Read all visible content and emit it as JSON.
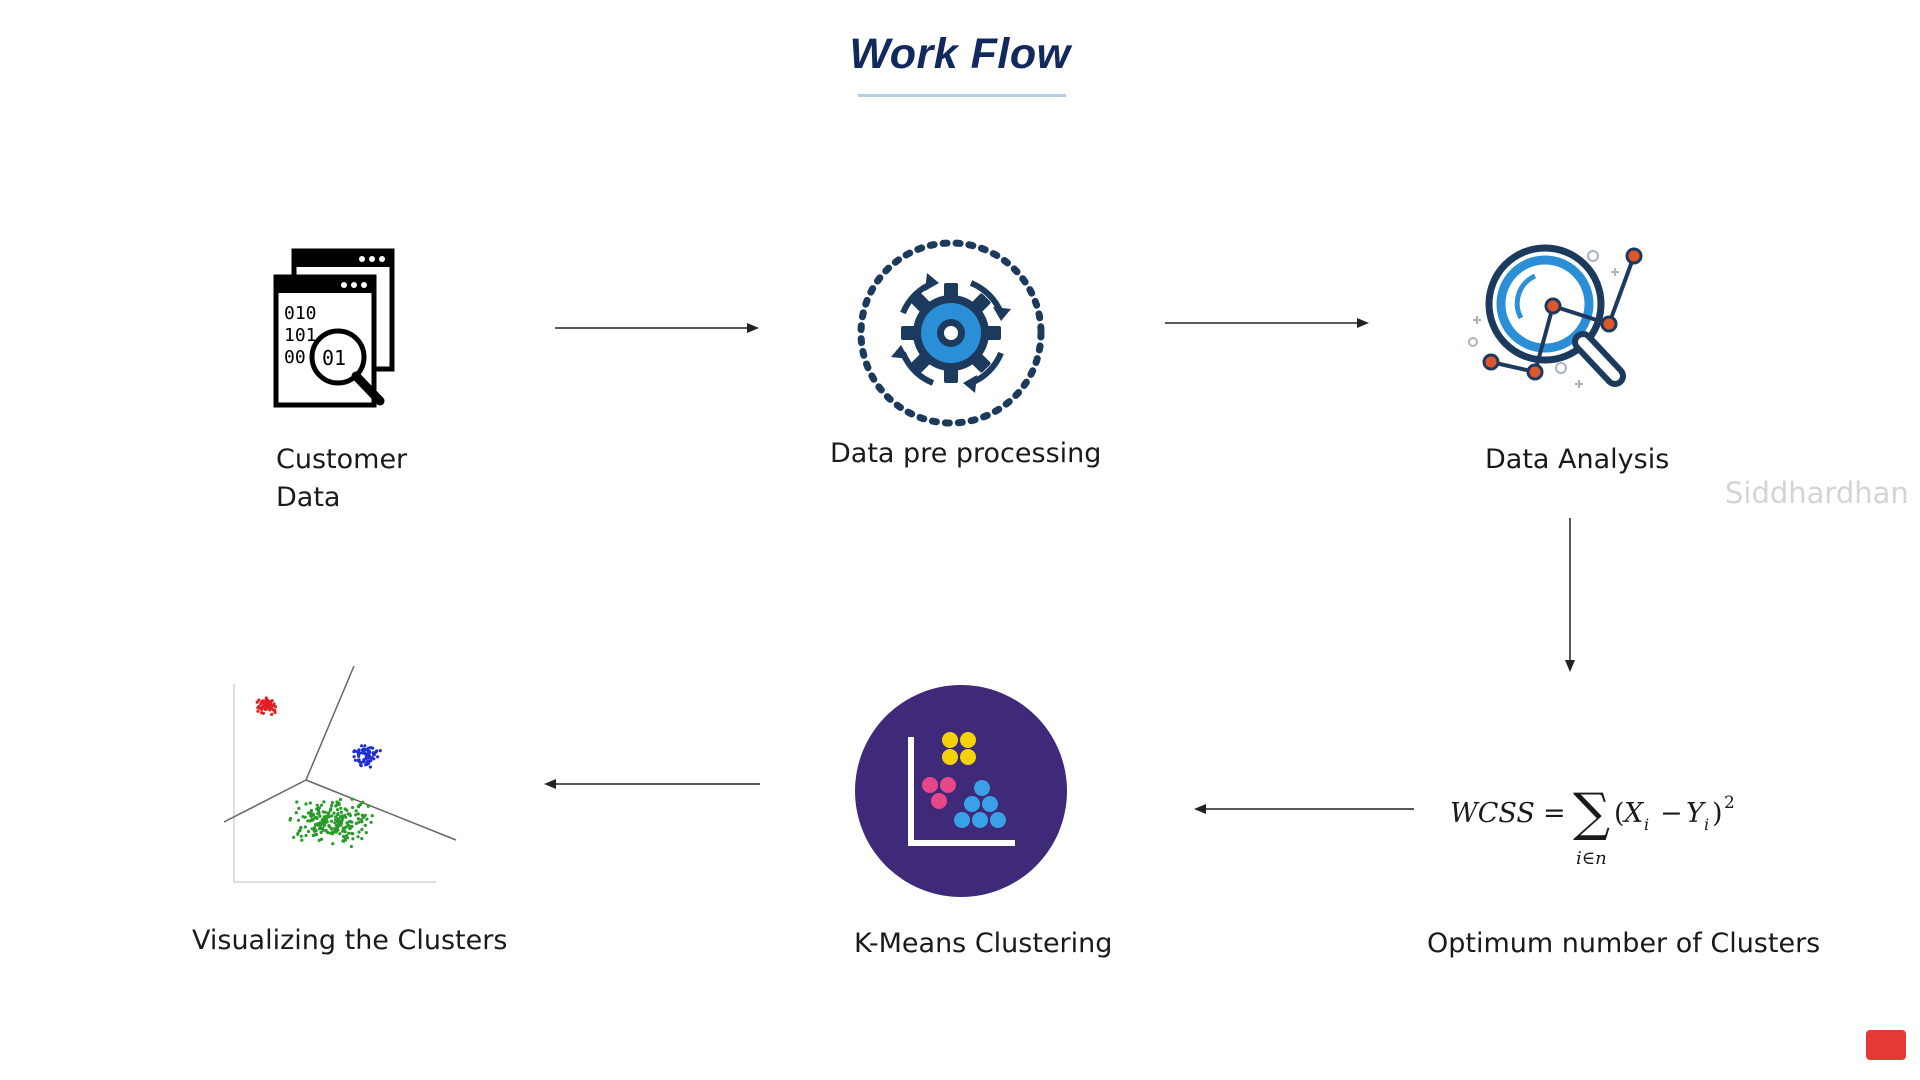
{
  "title": "Work Flow",
  "watermark": "Siddhardhan",
  "steps": {
    "customer_data": {
      "line1": "Customer",
      "line2": "Data",
      "icon": "data-search-icon"
    },
    "preprocessing": {
      "label": "Data pre processing",
      "icon": "gear-cycle-icon"
    },
    "analysis": {
      "label": "Data Analysis",
      "icon": "analytics-magnifier-icon"
    },
    "optimum": {
      "label": "Optimum number of Clusters"
    },
    "kmeans": {
      "label": "K-Means Clustering",
      "icon": "kmeans-chart-icon"
    },
    "visualize": {
      "label": "Visualizing the Clusters",
      "icon": "cluster-scatter-icon"
    }
  },
  "formula": {
    "lhs": "WCSS",
    "eq": "=",
    "sum": "∑",
    "index": "i∈n",
    "paren_open": "(",
    "x": "X",
    "x_sub": "i",
    "minus": "−",
    "y": "Y",
    "y_sub": "i",
    "paren_close": ")",
    "exp": "2"
  },
  "colors": {
    "title": "#12295e",
    "accent_blue": "#2b8fd8",
    "dark_navy": "#1c3a5e",
    "orange": "#e0562b",
    "purple": "#3f2a7a"
  }
}
